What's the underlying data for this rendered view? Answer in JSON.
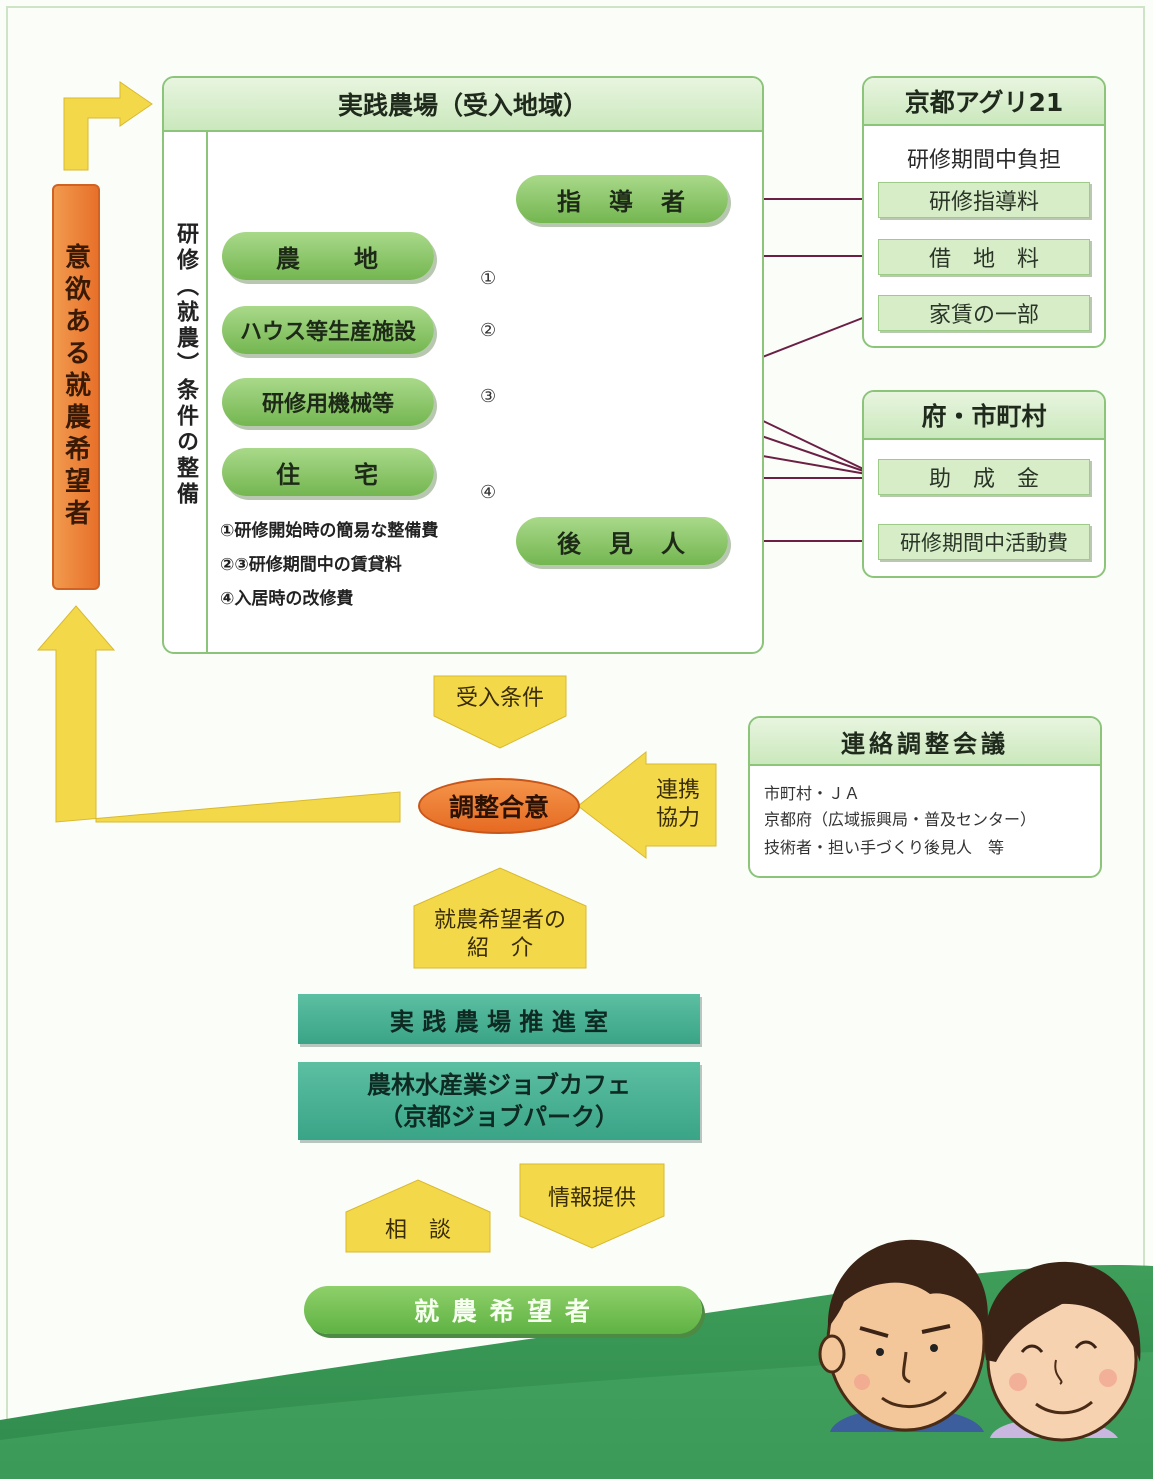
{
  "colors": {
    "green_dark": "#74b650",
    "green_light": "#d6edc8",
    "yellow": "#f3d94a",
    "orange": "#ef7d2e",
    "teal": "#3aa487",
    "line": "#6b1f44"
  },
  "main_panel": {
    "title": "実践農場（受入地域）",
    "side_label": "研修（就農）条件の整備"
  },
  "items": {
    "instructor": "指　導　者",
    "farmland": "農　　地",
    "house_facility": "ハウス等生産施設",
    "machinery": "研修用機械等",
    "housing": "住　　宅",
    "guardian": "後　見　人"
  },
  "notes": [
    "①研修開始時の簡易な整備費",
    "②③研修期間中の賃貸料",
    "④入居時の改修費"
  ],
  "markers": [
    "①",
    "②",
    "③",
    "④"
  ],
  "agri21": {
    "title": "京都アグリ21",
    "subtitle": "研修期間中負担",
    "items": [
      "研修指導料",
      "借　地　料",
      "家賃の一部"
    ]
  },
  "pref": {
    "title": "府・市町村",
    "items": [
      "助　成　金",
      "研修期間中活動費"
    ]
  },
  "left_bar": "意欲ある就農希望者",
  "conditions": "受入条件",
  "agreement": "調整合意",
  "cooperation": [
    "連携",
    "協力"
  ],
  "council": {
    "title": "連絡調整会議",
    "lines": [
      "市町村・ＪＡ",
      "京都府（広域振興局・普及センター）",
      "技術者・担い手づくり後見人　等"
    ]
  },
  "introduction": [
    "就農希望者の",
    "紹　介"
  ],
  "office": "実 践 農 場 推 進 室",
  "job_cafe": [
    "農林水産業ジョブカフェ",
    "（京都ジョブパーク）"
  ],
  "consult": "相　談",
  "info": "情報提供",
  "applicant": "就 農 希 望 者",
  "icons": [
    "man-face-icon",
    "woman-face-icon"
  ]
}
